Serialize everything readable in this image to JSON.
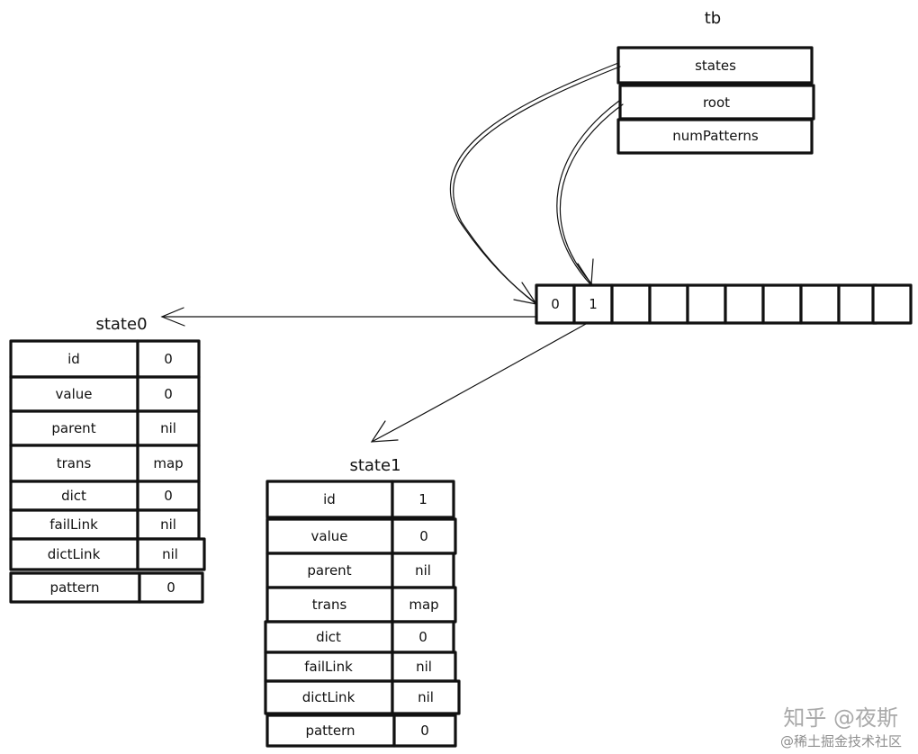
{
  "tb": {
    "title": "tb",
    "fields": [
      "states",
      "root",
      "numPatterns"
    ]
  },
  "array": {
    "cells": [
      "0",
      "1",
      "",
      "",
      "",
      "",
      "",
      "",
      "",
      ""
    ]
  },
  "state0": {
    "title": "state0",
    "rows": [
      {
        "key": "id",
        "value": "0"
      },
      {
        "key": "value",
        "value": "0"
      },
      {
        "key": "parent",
        "value": "nil"
      },
      {
        "key": "trans",
        "value": "map"
      },
      {
        "key": "dict",
        "value": "0"
      },
      {
        "key": "failLink",
        "value": "nil"
      },
      {
        "key": "dictLink",
        "value": "nil"
      },
      {
        "key": "pattern",
        "value": "0"
      }
    ]
  },
  "state1": {
    "title": "state1",
    "rows": [
      {
        "key": "id",
        "value": "1"
      },
      {
        "key": "value",
        "value": "0"
      },
      {
        "key": "parent",
        "value": "nil"
      },
      {
        "key": "trans",
        "value": "map"
      },
      {
        "key": "dict",
        "value": "0"
      },
      {
        "key": "failLink",
        "value": "nil"
      },
      {
        "key": "dictLink",
        "value": "nil"
      },
      {
        "key": "pattern",
        "value": "0"
      }
    ]
  },
  "watermark": {
    "main": "知乎 @夜斯",
    "sub": "@稀土掘金技术社区"
  }
}
